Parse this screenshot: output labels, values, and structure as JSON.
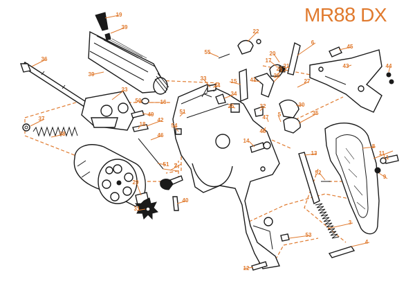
{
  "title": {
    "prefix": "MR",
    "number": "88",
    "suffix": " DX"
  },
  "colors": {
    "accent": "#e07a2e",
    "ink": "#1a1a1a",
    "background": "#ffffff"
  },
  "callouts": [
    "1",
    "2",
    "3",
    "4",
    "5",
    "6",
    "7",
    "8",
    "9",
    "11",
    "12",
    "13",
    "14",
    "15",
    "16",
    "17",
    "18",
    "19",
    "20",
    "21",
    "22",
    "23",
    "24",
    "25",
    "26",
    "27",
    "28",
    "29",
    "30",
    "31",
    "32",
    "33",
    "34",
    "35",
    "36",
    "37",
    "38",
    "39",
    "39",
    "40",
    "41",
    "42",
    "43",
    "44",
    "45",
    "46",
    "47",
    "48",
    "49",
    "50",
    "51",
    "51",
    "52",
    "53",
    "54",
    "55"
  ]
}
